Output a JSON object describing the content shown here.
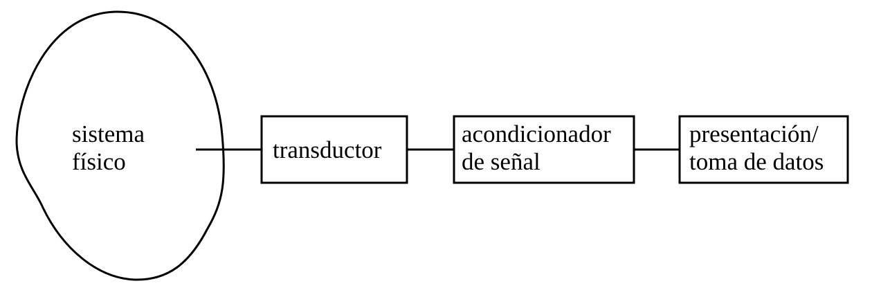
{
  "diagram": {
    "system": {
      "line1": "sistema",
      "line2": "físico"
    },
    "blocks": [
      {
        "line1": "transductor"
      },
      {
        "line1": "acondicionador",
        "line2": "de señal"
      },
      {
        "line1": "presentación/",
        "line2": "toma de datos"
      }
    ]
  }
}
